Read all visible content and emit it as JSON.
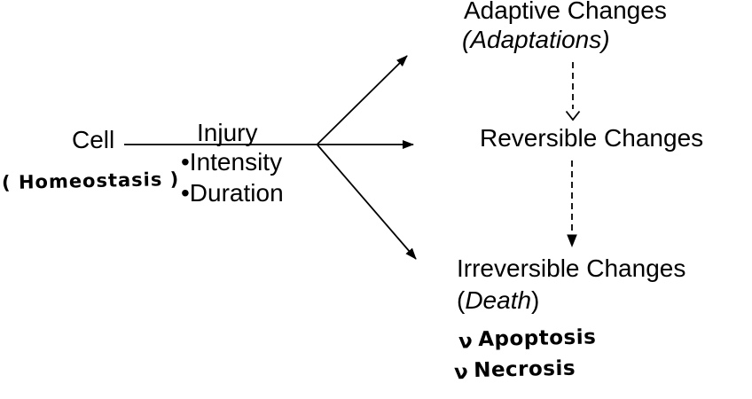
{
  "diagram": {
    "cell": {
      "label": "Cell",
      "annotation": "( Homeostasis )"
    },
    "injury": {
      "label": "Injury",
      "bullets": [
        "•Intensity",
        "•Duration"
      ]
    },
    "adaptive": {
      "title": "Adaptive Changes",
      "subtitle": "(Adaptations)"
    },
    "reversible": {
      "title": "Reversible Changes"
    },
    "irreversible": {
      "title": "Irreversible Changes",
      "paren_open": "(",
      "word": "Death",
      "paren_close": ")"
    },
    "handwritten_notes": [
      {
        "bullet": "ν",
        "label": "Apoptosis"
      },
      {
        "bullet": "ν",
        "label": "Necrosis"
      }
    ],
    "colors": {
      "ink": "#000000",
      "background": "#ffffff"
    }
  }
}
